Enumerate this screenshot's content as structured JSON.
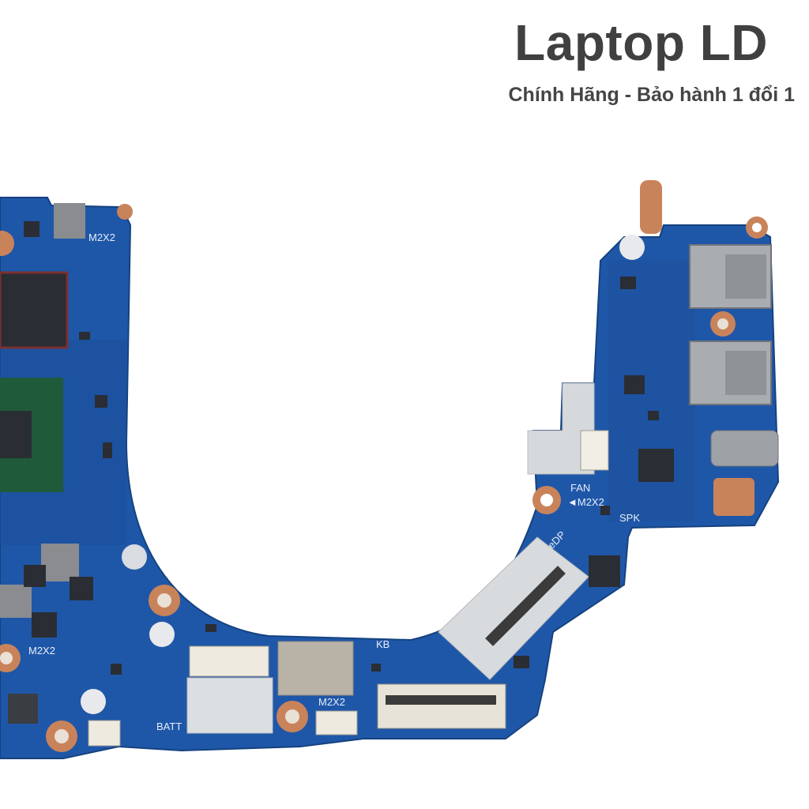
{
  "header": {
    "title": "Laptop LD",
    "subtitle": "Chính Hãng - Bảo hành 1 đổi 1"
  },
  "board": {
    "labels": {
      "fan": "FAN",
      "m2x2_fan": "◄M2X2",
      "spk": "SPK",
      "edp": "eDP",
      "m2x2_left": "M2X2",
      "m2x2_bottom": "M2X2",
      "batt": "BATT",
      "kb": "KB",
      "m2x2_top": "M2X2"
    }
  },
  "colors": {
    "pcb": "#1f57a8",
    "pcb_dark": "#17478e",
    "shield": "#d7dadd",
    "copper": "#c9835a",
    "chip": "#2a2d33"
  }
}
